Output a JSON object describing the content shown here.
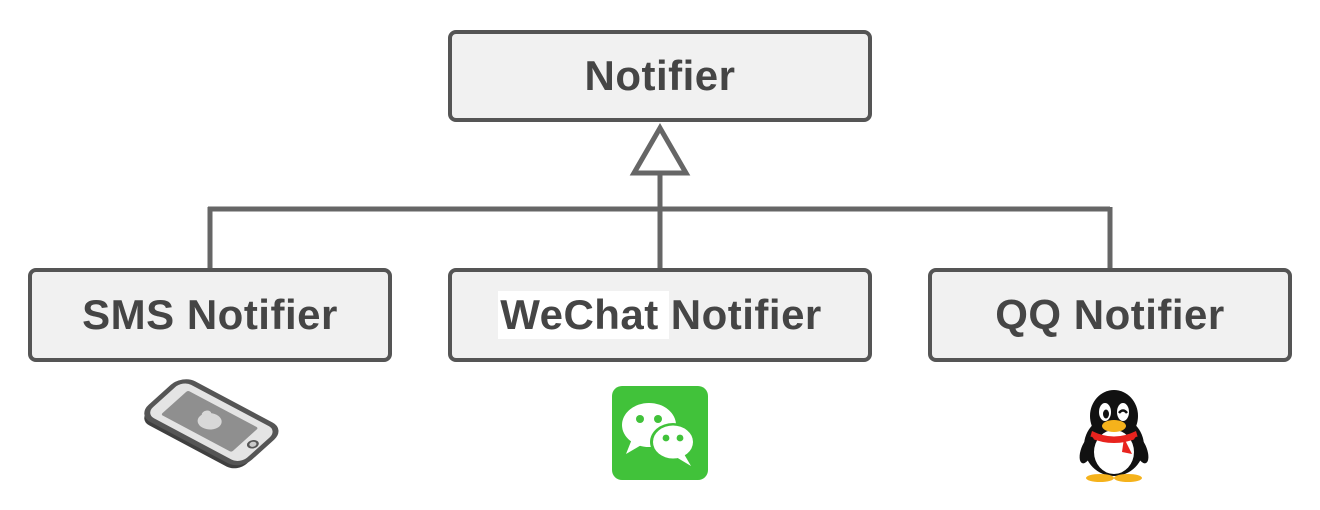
{
  "diagram": {
    "parent": {
      "label": "Notifier"
    },
    "children": [
      {
        "id": "sms",
        "label": "SMS Notifier",
        "icon": "smartphone-icon"
      },
      {
        "id": "wechat",
        "label_a": "WeChat",
        "label_b": "Notifier",
        "icon": "wechat-icon"
      },
      {
        "id": "qq",
        "label": "QQ Notifier",
        "icon": "qq-penguin-icon"
      }
    ],
    "relationship": "inheritance",
    "colors": {
      "box_fill": "#f1f1f1",
      "box_border": "#555555",
      "text": "#454545",
      "line": "#666666",
      "wechat_green": "#41c23a",
      "qq_scarf": "#e8231e"
    }
  }
}
